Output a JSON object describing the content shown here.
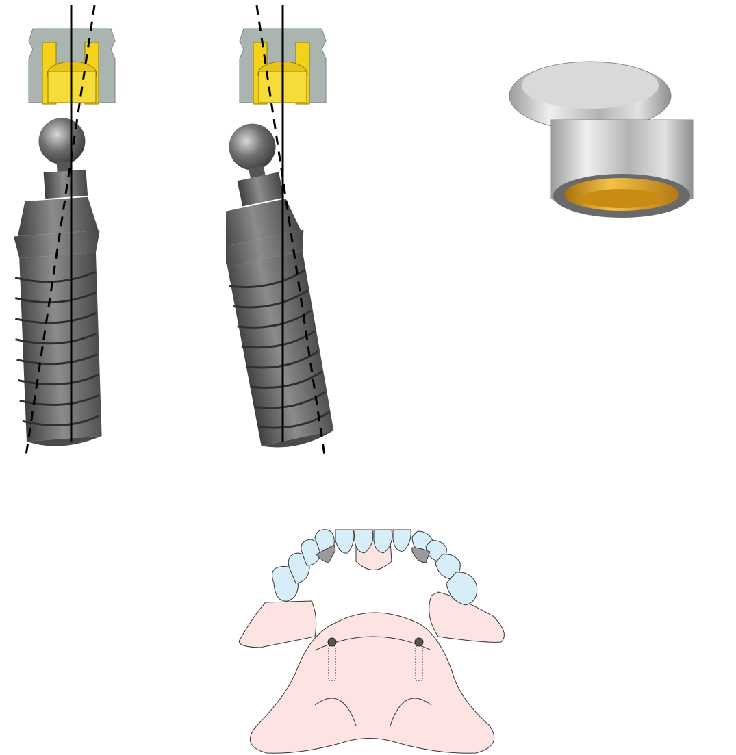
{
  "figure": {
    "panels": [
      {
        "id": "implant-left",
        "description_hidden": true
      },
      {
        "id": "implant-right",
        "description_hidden": true
      },
      {
        "id": "retentive-cap-photo",
        "description_hidden": true
      },
      {
        "id": "overdenture-arch",
        "description_hidden": true
      }
    ],
    "colors": {
      "implant_metal": "#5e5e5e",
      "implant_highlight": "#9a9a9a",
      "matrix_gray": "#a9b5ae",
      "matrix_gold": "#f2d21b",
      "cap_silver": "#c8c8c8",
      "cap_gold": "#d9a216",
      "gum_pink": "#fde4e2",
      "tooth_blue": "#d7eef8",
      "tooth_shadow": "#9a9a9a",
      "axis_line": "#000000"
    }
  }
}
